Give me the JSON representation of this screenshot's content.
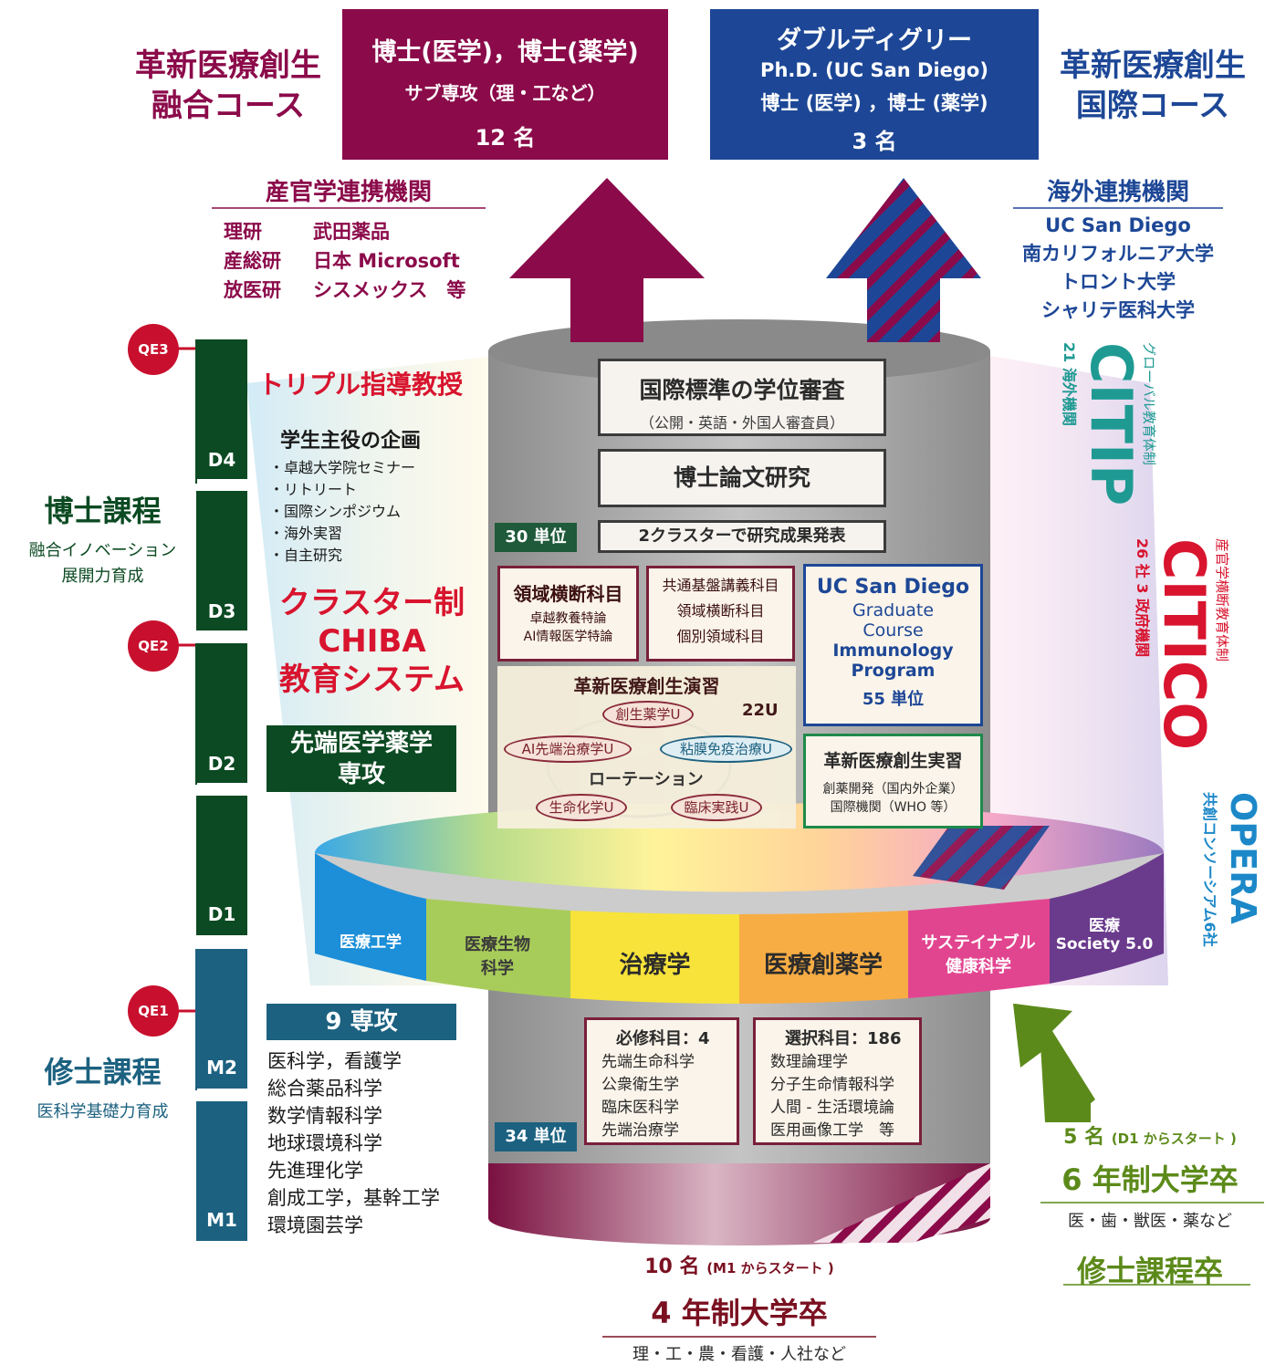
{
  "left_course": {
    "line1": "革新医療創生",
    "line2": "融合コース"
  },
  "left_box": {
    "line1": "博士(医学)，博士(薬学)",
    "line2": "サブ専攻（理・工など）",
    "count": "12 名"
  },
  "right_box": {
    "line1": "ダブルディグリー",
    "line2": "Ph.D. (UC San Diego)",
    "line3": "博士 (医学) ，博士 (薬学)",
    "count": "3 名"
  },
  "right_course": {
    "line1": "革新医療創生",
    "line2": "国際コース"
  },
  "industry": {
    "title": "産官学連携機関",
    "rows": [
      [
        "理研",
        "武田薬品"
      ],
      [
        "産総研",
        "日本 Microsoft"
      ],
      [
        "放医研",
        "シスメックス　等"
      ]
    ]
  },
  "overseas": {
    "title": "海外連携機関",
    "items": [
      "UC San Diego",
      "南カリフォルニア大学",
      "トロント大学",
      "シャリテ医科大学"
    ]
  },
  "stages": {
    "d4": "D4",
    "d3": "D3",
    "d2": "D2",
    "d1": "D1",
    "m2": "M2",
    "m1": "M1",
    "qe3": "QE3",
    "qe2": "QE2",
    "qe1": "QE1"
  },
  "doctoral": {
    "title": "博士課程",
    "sub1": "融合イノベーション",
    "sub2": "展開力育成"
  },
  "masters": {
    "title": "修士課程",
    "sub": "医科学基礎力育成"
  },
  "triple": "トリプル指導教授",
  "student_plan": {
    "title": "学生主役の企画",
    "items": [
      "・卓越大学院セミナー",
      "・リトリート",
      "・国際シンポジウム",
      "・海外実習",
      "・自主研究"
    ]
  },
  "cluster": {
    "line1": "クラスター制",
    "line2": "CHIBA",
    "line3": "教育システム"
  },
  "advanced": {
    "line1": "先端医学薬学",
    "line2": "専攻"
  },
  "nine": {
    "title": "9 専攻",
    "items": [
      "医科学，看護学",
      "総合薬品科学",
      "数学情報科学",
      "地球環境科学",
      "先進理化学",
      "創成工学，基幹工学",
      "環境園芸学"
    ]
  },
  "cyl": {
    "review_title": "国際標準の学位審査",
    "review_sub": "（公開・英語・外国人審査員）",
    "thesis": "博士論文研究",
    "credits30": "30 単位",
    "present": "2クラスターで研究成果発表",
    "cross": {
      "title": "領域横断科目",
      "l1": "卓越教養特論",
      "l2": "AI情報医学特論"
    },
    "common": {
      "l1": "共通基盤講義科目",
      "l2": "領域横断科目",
      "l3": "個別領域科目"
    },
    "ucsd": {
      "l1": "UC San Diego",
      "l2": "Graduate",
      "l3": "Course",
      "l4": "Immunology",
      "l5": "Program",
      "l6": "55 単位"
    },
    "exercise": {
      "title": "革新医療創生演習",
      "units": "22U",
      "rotation": "ローテーション",
      "u1": "創生薬学U",
      "u2": "AI先端治療学U",
      "u3": "粘膜免疫治療U",
      "u4": "生命化学U",
      "u5": "臨床実践U"
    },
    "practice": {
      "title": "革新医療創生実習",
      "l1": "創薬開発（国内外企業）",
      "l2": "国際機関（WHO 等）"
    },
    "required": {
      "title": "必修科目：4",
      "items": [
        "先端生命科学",
        "公衆衛生学",
        "臨床医科学",
        "先端治療学"
      ]
    },
    "elective": {
      "title": "選択科目：186",
      "items": [
        "数理論理学",
        "分子生命情報科学",
        "人間 - 生活環境論",
        "医用画像工学　等"
      ]
    },
    "credits34": "34 単位"
  },
  "ring": {
    "s1": "医療工学",
    "s2a": "医療生物",
    "s2b": "科学",
    "s3": "治療学",
    "s4": "医療創薬学",
    "s5a": "サステイナブル",
    "s5b": "健康科学",
    "s6a": "医療",
    "s6b": "Society 5.0"
  },
  "citip": {
    "name": "CITIP",
    "sub": "グローバル教育体制",
    "sub2": "21 海外機関"
  },
  "citico": {
    "name": "CITICO",
    "sub": "産官学横断教育体制",
    "sub2": "26 社 3 政府機関"
  },
  "opera": {
    "name": "OPERA",
    "sub": "共創コンソーシアム6社"
  },
  "entry_right": {
    "count": "5 名",
    "note": "(D1 からスタート )",
    "title": "6 年制大学卒",
    "sub": "医・歯・獣医・薬など",
    "masters": "修士課程卒"
  },
  "entry_bottom": {
    "count": "10 名",
    "note": "(M1 からスタート )",
    "title": "4 年制大学卒",
    "sub": "理・工・農・看護・人社など"
  },
  "colors": {
    "maroon": "#8b0a4a",
    "navy": "#1d4796",
    "green": "#0b4a22",
    "teal": "#1c6180",
    "red": "#d8142e",
    "olive": "#5c8a1a",
    "teal2": "#1e9a93"
  }
}
